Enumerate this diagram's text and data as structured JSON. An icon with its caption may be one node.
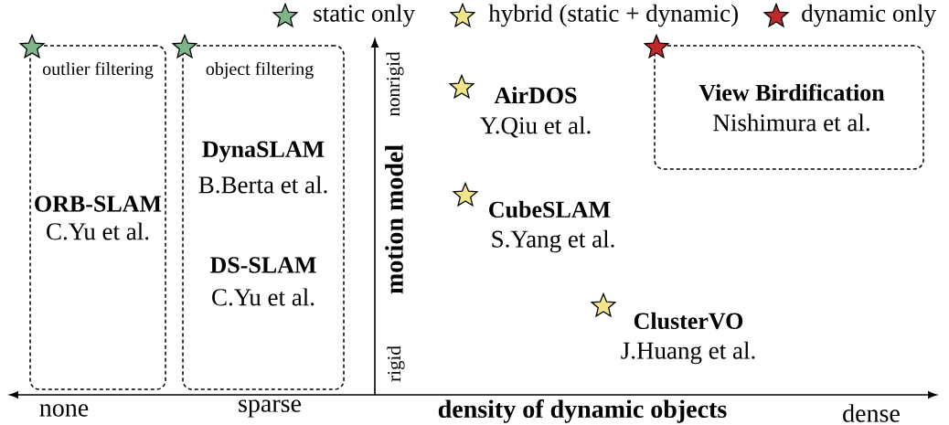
{
  "diagram": {
    "nodes": [
      {
        "text": [
          "outlier filtering",
          "ORB-SLAM",
          "C.Yu et al."
        ]
      },
      {
        "text": [
          "object filtering",
          "DynaSLAM",
          "B.Berta et al.",
          "DS-SLAM",
          "C.Yu et al."
        ]
      },
      {
        "text": [
          "View Birdification",
          "Nishimura et al."
        ]
      }
    ],
    "edges": [],
    "labels": [
      "nonrigid",
      "motion model",
      "rigid",
      "AirDOS",
      "Y.Qiu et al.",
      "CubeSLAM",
      "S.Yang et al.",
      "ClusterVO",
      "J.Huang et al.",
      "none",
      "sparse",
      "density of dynamic objects",
      "dense"
    ],
    "legend": [
      {
        "text": "static only"
      },
      {
        "text": "hybrid (static + dynamic)"
      },
      {
        "text": "dynamic only"
      }
    ]
  }
}
